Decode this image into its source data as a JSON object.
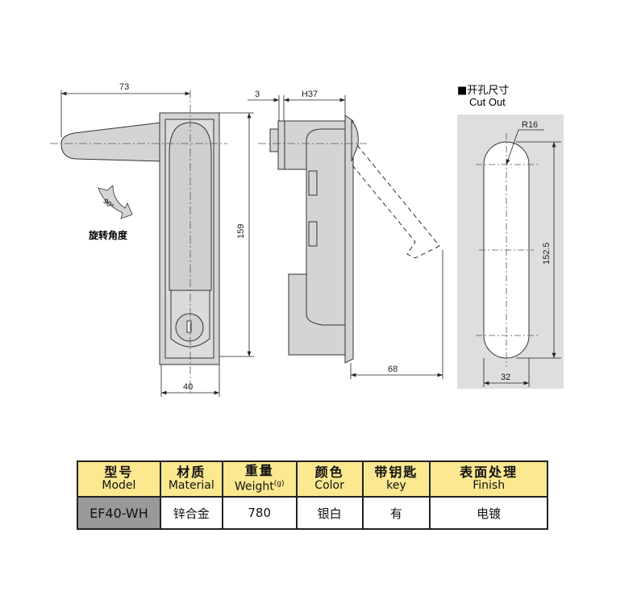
{
  "drawing": {
    "dims": {
      "handle_length": "73",
      "depth_offset": "3",
      "height_h": "H37",
      "height": "159",
      "width": "40",
      "swing": "68"
    },
    "rotation": {
      "angle": "90°",
      "label": "旋转角度"
    },
    "cutout": {
      "title_zh": "■开孔尺寸",
      "title_en": "Cut Out",
      "radius": "R16",
      "length": "152.5",
      "width": "32"
    }
  },
  "table": {
    "headers": [
      {
        "zh": "型号",
        "en": "Model"
      },
      {
        "zh": "材质",
        "en": "Material"
      },
      {
        "zh": "重量",
        "en": "Weight",
        "unit": "(g)"
      },
      {
        "zh": "颜色",
        "en": "Color"
      },
      {
        "zh": "带钥匙",
        "en": "key"
      },
      {
        "zh": "表面处理",
        "en": "Finish"
      }
    ],
    "row": [
      "EF40-WH",
      "锌合金",
      "780",
      "银白",
      "有",
      "电镀"
    ]
  }
}
